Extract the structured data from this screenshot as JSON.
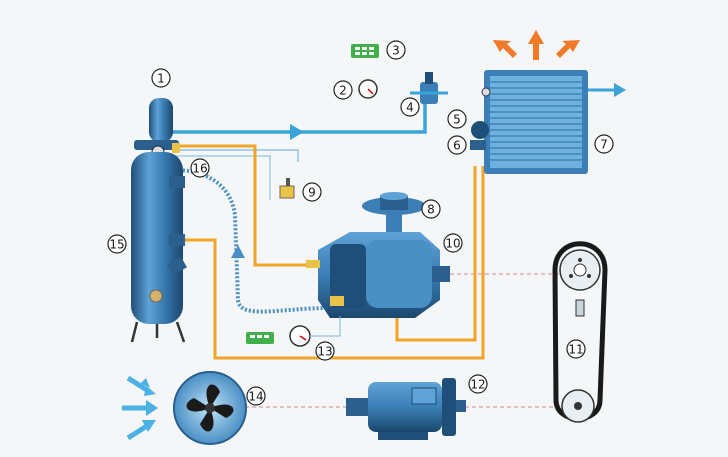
{
  "diagram": {
    "callouts": [
      {
        "id": "c1",
        "label": "1"
      },
      {
        "id": "c2",
        "label": "2"
      },
      {
        "id": "c3",
        "label": "3"
      },
      {
        "id": "c4",
        "label": "4"
      },
      {
        "id": "c5",
        "label": "5"
      },
      {
        "id": "c6",
        "label": "6"
      },
      {
        "id": "c7",
        "label": "7"
      },
      {
        "id": "c8",
        "label": "8"
      },
      {
        "id": "c9",
        "label": "9"
      },
      {
        "id": "c10",
        "label": "10"
      },
      {
        "id": "c11",
        "label": "11"
      },
      {
        "id": "c12",
        "label": "12"
      },
      {
        "id": "c13",
        "label": "13"
      },
      {
        "id": "c14",
        "label": "14"
      },
      {
        "id": "c15",
        "label": "15"
      },
      {
        "id": "c16",
        "label": "16"
      }
    ],
    "colors": {
      "air_line": "#3aa3d8",
      "oil_line": "#f0a52a",
      "dashed_line": "#4a8fc4",
      "equipment": "#3b7fb6",
      "equipment_dark": "#1f4f78",
      "hot_arrow": "#f07a2a",
      "fan_arrow": "#4ab0e6",
      "display": "#3fb04a"
    }
  }
}
